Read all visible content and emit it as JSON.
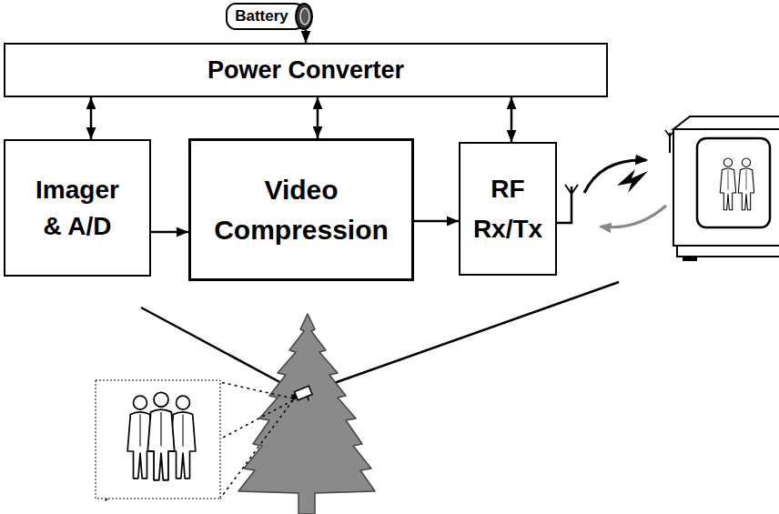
{
  "diagram": {
    "nodes": [
      {
        "text": [
          "Battery"
        ]
      },
      {
        "text": [
          "Power Converter"
        ]
      },
      {
        "text": [
          "Imager & A/D"
        ]
      },
      {
        "text": [
          "Video Compression"
        ]
      },
      {
        "text": [
          "RF Rx/Tx"
        ]
      }
    ],
    "edges": [
      {
        "from": 0,
        "to": 1,
        "arrow": "to"
      },
      {
        "from": 1,
        "to": 2,
        "arrow": "both"
      },
      {
        "from": 1,
        "to": 3,
        "arrow": "both"
      },
      {
        "from": 1,
        "to": 4,
        "arrow": "both"
      },
      {
        "from": 2,
        "to": 3,
        "arrow": "to"
      },
      {
        "from": 3,
        "to": 4,
        "arrow": "to"
      }
    ]
  }
}
